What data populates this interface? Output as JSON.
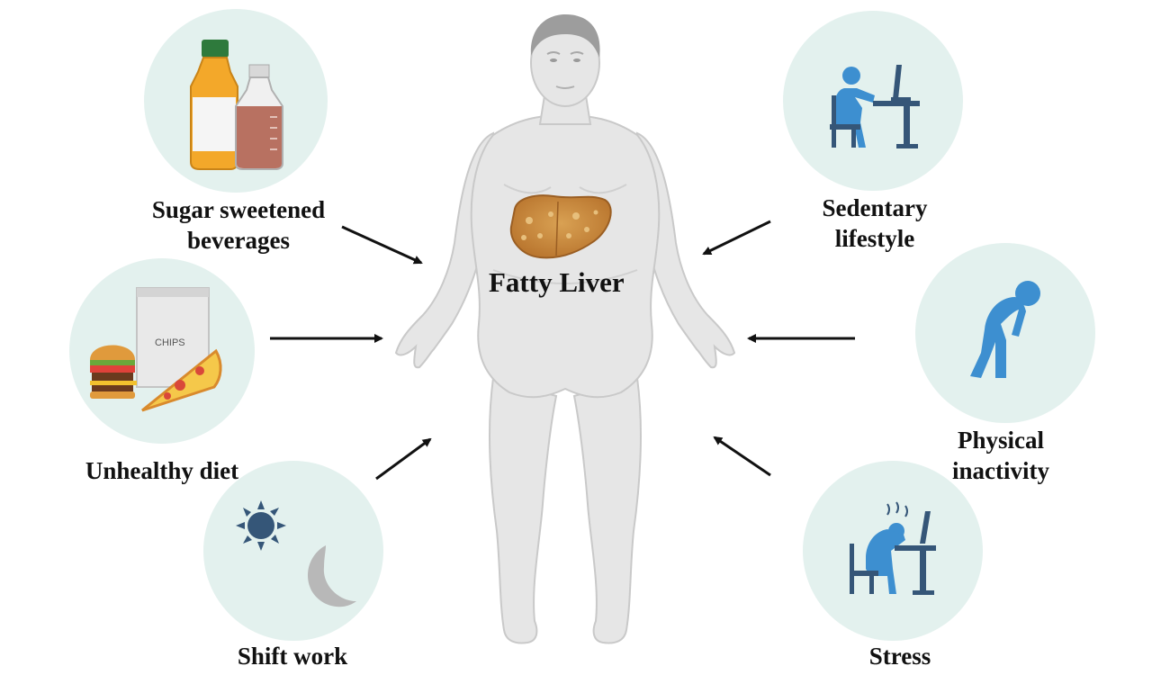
{
  "center": {
    "title": "Fatty Liver"
  },
  "factors": {
    "sugar": {
      "line1": "Sugar sweetened",
      "line2": "beverages",
      "icon": "beverage-bottles-icon"
    },
    "diet": {
      "line1": "Unhealthy diet",
      "icon": "junk-food-icon",
      "bag_text": "CHIPS"
    },
    "shift": {
      "line1": "Shift work",
      "icon": "sun-moon-icon"
    },
    "sedentary": {
      "line1": "Sedentary",
      "line2": "lifestyle",
      "icon": "person-at-desk-icon"
    },
    "inactivity": {
      "line1": "Physical",
      "line2": "inactivity",
      "icon": "slouching-person-icon"
    },
    "stress": {
      "line1": "Stress",
      "icon": "stressed-person-icon"
    }
  },
  "colors": {
    "circle_fill": "#e3f1ee",
    "body_fill": "#e6e6e6",
    "body_stroke": "#c9c9c9",
    "hair": "#9d9d9d",
    "liver": "#c7873d",
    "person_blue": "#3d8fd0",
    "desk_navy": "#355678",
    "sun": "#355678",
    "moon": "#b8b8b8",
    "arrow": "#111111"
  }
}
